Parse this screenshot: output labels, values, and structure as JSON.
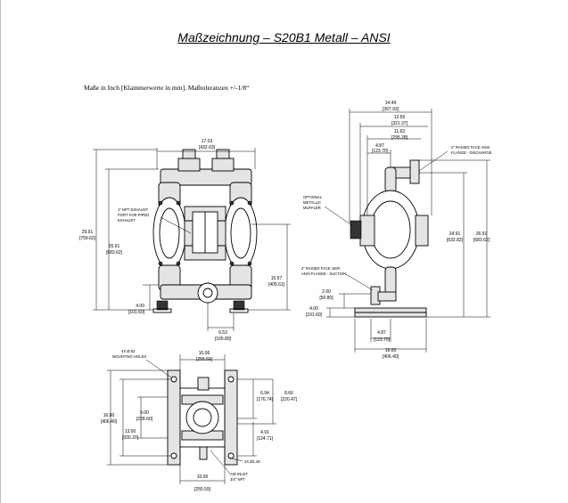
{
  "document": {
    "title": "Maßzeichnung – S20B1 Metall – ANSI",
    "subtitle": "Maße in Inch [Klammerwerte in mm]. Maßtoleranzen +/-1/8“"
  },
  "front_view": {
    "width_top": "17.03",
    "width_top_mm": "[432.63]",
    "height_total": "29.91",
    "height_total_mm": "[759.62]",
    "height_outlet": "26.91",
    "height_outlet_mm": "[683.62]",
    "height_inlet": "15.97",
    "height_inlet_mm": "[405.61]",
    "base_height": "4.00",
    "base_height_mm": "[101.60]",
    "inlet_offset": "6.53",
    "inlet_offset_mm": "[165.89]",
    "exhaust_note_1": "1\" NPT EXHAUST",
    "exhaust_note_2": "PORT FOR PIPED",
    "exhaust_note_3": "EXHAUST"
  },
  "side_view": {
    "dim_1": "14.49",
    "dim_1_mm": "[367.93]",
    "dim_2": "12.65",
    "dim_2_mm": "[321.37]",
    "dim_3": "11.63",
    "dim_3_mm": "[295.28]",
    "dim_4": "4.87",
    "dim_4_mm": "[123.70]",
    "discharge_note_1": "2\" RAISED FACE ANSI",
    "discharge_note_2": "FLANGE - DISCHARGE",
    "muffler_note_1": "OPTIONAL",
    "muffler_note_2": "METALLIC",
    "muffler_note_3": "MUFFLER",
    "height_a": "24.91",
    "height_a_mm": "[632.82]",
    "height_b": "26.91",
    "height_b_mm": "[683.62]",
    "suction_note_1": "2\" RAISED FACE 150#",
    "suction_note_2": "ANSI FLANGE - SUCTION",
    "suction_height": "2.00",
    "suction_height_mm": "[50.80]",
    "base_height": "4.00",
    "base_height_mm": "[101.60]",
    "bottom_offset": "4.87",
    "bottom_offset_mm": "[123.70]",
    "base_width": "16.00",
    "base_width_mm": "[406.40]"
  },
  "top_view": {
    "holes_note_1": "4X Ø.63",
    "holes_note_2": "MOUNTING HOLES",
    "top_width": "10.06",
    "top_width_mm": "[255.59]",
    "dim_6_94": "6.94",
    "dim_6_94_mm": "[176.74]",
    "dim_8_66": "8.66",
    "dim_8_66_mm": "[220.47]",
    "dim_16": "16.00",
    "dim_16_mm": "[406.40]",
    "dim_9": "9.00",
    "dim_9_mm": "[228.60]",
    "dim_13": "13.00",
    "dim_13_mm": "[330.20]",
    "dim_4_91": "4.91",
    "dim_4_91_mm": "[124.71]",
    "hole_note": "4X Ø1.38",
    "air_inlet_1": "AIR INLET",
    "air_inlet_2": "3/4\" NPT",
    "bottom_width": "10.06",
    "bottom_width_mm": "[255.59]"
  }
}
